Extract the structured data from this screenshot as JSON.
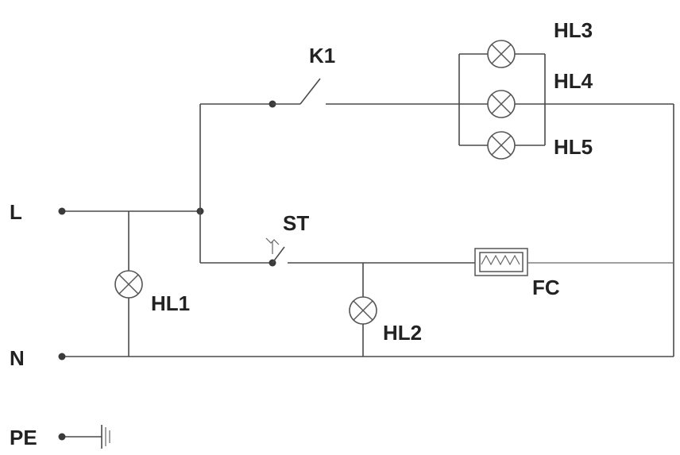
{
  "labels": {
    "L": "L",
    "N": "N",
    "PE": "PE",
    "K1": "K1",
    "ST": "ST",
    "FC": "FC",
    "HL1": "HL1",
    "HL2": "HL2",
    "HL3": "HL3",
    "HL4": "HL4",
    "HL5": "HL5"
  },
  "colors": {
    "wire": "#4a4a4a",
    "text": "#222222",
    "background": "#ffffff"
  }
}
